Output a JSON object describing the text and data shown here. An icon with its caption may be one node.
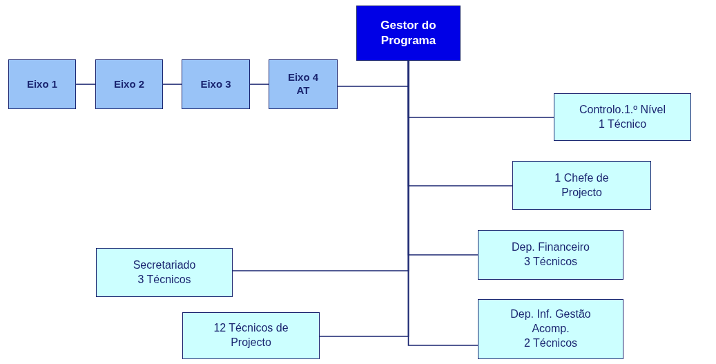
{
  "diagram": {
    "nodes": [
      {
        "text": [
          "Gestor do Programa"
        ]
      },
      {
        "text": [
          "Eixo 1"
        ]
      },
      {
        "text": [
          "Eixo 2"
        ]
      },
      {
        "text": [
          "Eixo 3"
        ]
      },
      {
        "text": [
          "Eixo 4 AT"
        ]
      },
      {
        "text": [
          "Controlo.1.º Nível",
          "1 Técnico"
        ]
      },
      {
        "text": [
          "1 Chefe de Projecto"
        ]
      },
      {
        "text": [
          "Dep. Financeiro",
          "3 Técnicos"
        ]
      },
      {
        "text": [
          "Secretariado",
          "3 Técnicos"
        ]
      },
      {
        "text": [
          "Dep. Inf. Gestão Acomp.",
          "2 Técnicos"
        ]
      },
      {
        "text": [
          "12 Técnicos de Projecto"
        ]
      }
    ],
    "edges": [
      {
        "from": 1,
        "to": 2,
        "arrow": "none"
      },
      {
        "from": 2,
        "to": 3,
        "arrow": "none"
      },
      {
        "from": 3,
        "to": 4,
        "arrow": "none"
      },
      {
        "from": 0,
        "to": 4,
        "arrow": "none"
      },
      {
        "from": 0,
        "to": 5,
        "arrow": "none"
      },
      {
        "from": 0,
        "to": 6,
        "arrow": "none"
      },
      {
        "from": 0,
        "to": 7,
        "arrow": "none"
      },
      {
        "from": 0,
        "to": 8,
        "arrow": "none"
      },
      {
        "from": 0,
        "to": 9,
        "arrow": "none"
      },
      {
        "from": 0,
        "to": 10,
        "arrow": "none"
      }
    ]
  }
}
